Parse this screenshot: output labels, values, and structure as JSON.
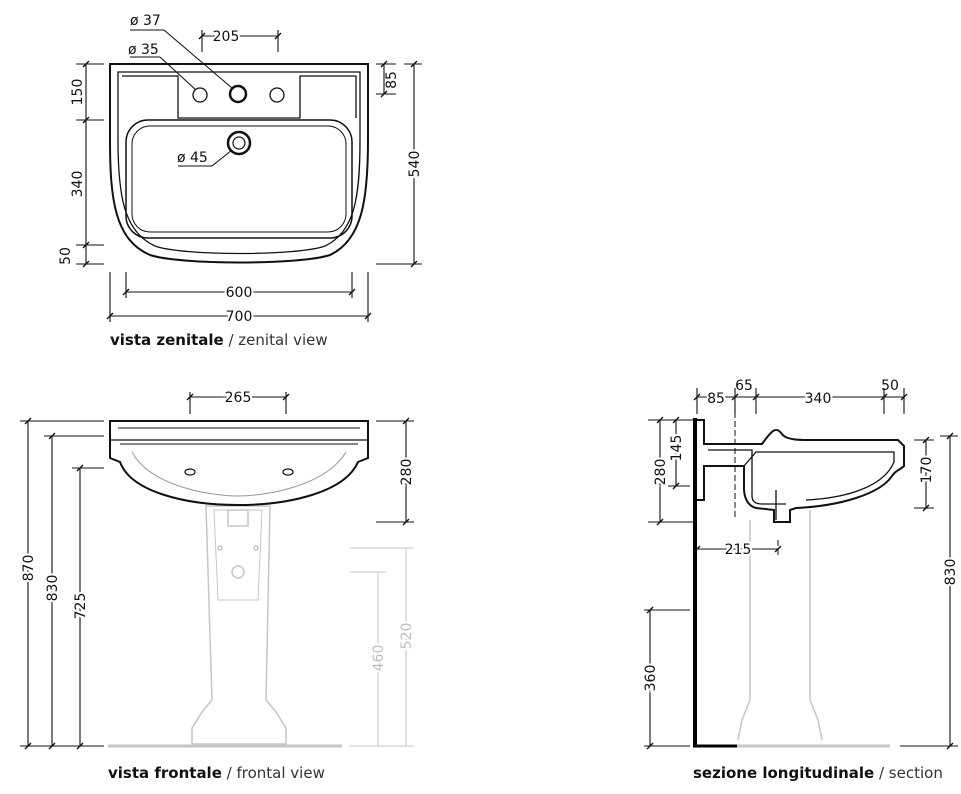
{
  "top_view": {
    "dims": {
      "d37": "ø 37",
      "d35": "ø 35",
      "d45": "ø 45",
      "w205": "205",
      "h150": "150",
      "h85": "85",
      "h340": "340",
      "h50": "50",
      "h540": "540",
      "w600": "600",
      "w700": "700"
    },
    "caption_bold": "vista zenitale",
    "caption_sep": " / ",
    "caption_light": "zenital view"
  },
  "front_view": {
    "dims": {
      "w265": "265",
      "h280": "280",
      "h870": "870",
      "h830": "830",
      "h725": "725",
      "h460": "460",
      "h520": "520"
    },
    "caption_bold": "vista frontale",
    "caption_sep": " / ",
    "caption_light": "frontal view"
  },
  "section_view": {
    "dims": {
      "w85": "85",
      "w65": "65",
      "w340": "340",
      "w50": "50",
      "h145": "145",
      "h280": "280",
      "h170": "170",
      "w215": "215",
      "h830": "830",
      "h360": "360"
    },
    "caption_bold": "sezione longitudinale",
    "caption_sep": " / ",
    "caption_light": "section"
  },
  "colors": {
    "ink": "#111111",
    "ghost": "#bdbdbd",
    "wall": "#000000"
  }
}
